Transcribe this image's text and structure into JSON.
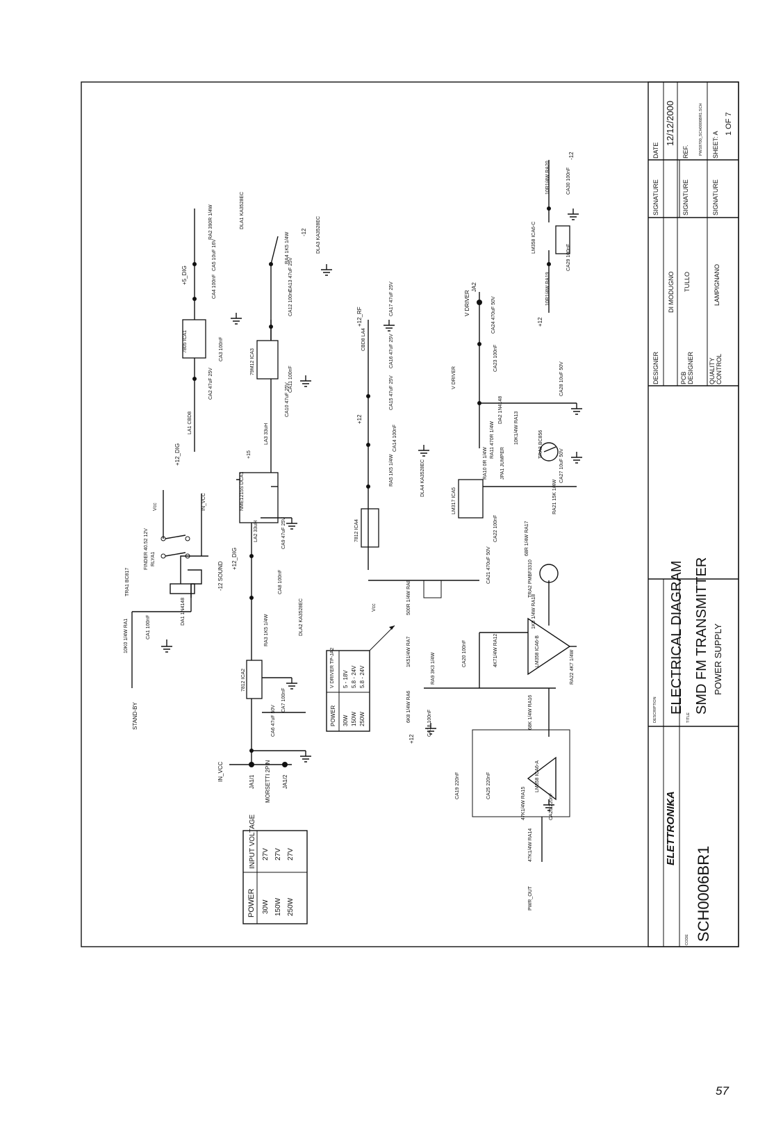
{
  "page_number": "57",
  "title_block": {
    "description_label": "DESCRIPTION",
    "line1": "ELECTRICAL DIAGRAM",
    "line2": "SMD FM TRANSMITTER",
    "line3": "POWER SUPPLY",
    "title_label": "TITLE",
    "code_label": "CODE",
    "code": "SCH0006BR1",
    "logo_text": "ELETTRONIKA",
    "logo_suffix": "S.R.L.",
    "designer_label": "DESIGNER",
    "designer": "DI MODUGNO",
    "pcb_designer_label_1": "PCB",
    "pcb_designer_label_2": "DESIGNER",
    "pcb_designer": "TULLO",
    "quality_label_1": "QUALITY",
    "quality_label_2": "CONTROL",
    "quality": "LAMPIGNANO",
    "signature_label": "SIGNATURE",
    "date_label": "DATE",
    "date": "12/12/2000",
    "ref_label": "REF.",
    "ref": "PWS9700_SCH0006BR1.SCH",
    "sheet_label": "SHEET: A",
    "sheet": "1 OF 7"
  },
  "input_table": {
    "headers": [
      "POWER",
      "INPUT VOLTAGE"
    ],
    "rows": [
      [
        "30W",
        "27V"
      ],
      [
        "150W",
        "27V"
      ],
      [
        "250W",
        "27V"
      ]
    ]
  },
  "vdriver_table": {
    "headers": [
      "POWER",
      "V DRIVER TP-JA2"
    ],
    "rows": [
      [
        "30W",
        "5 - 18V"
      ],
      [
        "150W",
        "5.8 - 24V"
      ],
      [
        "250W",
        "5.8 - 24V"
      ]
    ]
  },
  "labels": {
    "stand_by": "STAND-BY",
    "in_vcc": "IN_VCC",
    "ja1_1": "JA1/1",
    "ja1_2": "JA1/2",
    "morsetti": "MORSETTI 2PIN",
    "pwr_out": "PWR_OUT",
    "v_driver": "V DRIVER",
    "v_driver_ja2": "JA2",
    "vcc": "Vcc",
    "plus12_dig": "+12_DIG",
    "plus5_dig": "+5_DIG",
    "plus12_rf": "+12_RF",
    "minus12_sound": "-12 SOUND",
    "plus12": "+12",
    "minus12": "-12",
    "plus15": "+15",
    "finder": "FINDER 40.52 12V",
    "rly": "RLYA1",
    "tra1": "TRA1 BC817",
    "da1": "DA1 1N4148",
    "ra1": "10K0 1/4W RA1",
    "ca1": "CA1 100nF",
    "ca6": "CA6 47uF 50V",
    "ca7": "CA7 100nF",
    "ica2": "7812 ICA2",
    "ra3": "RA3 1K5 1/4W",
    "dla2": "DLA2 KA3528EC",
    "ca8": "CA8 100nF",
    "ca9": "CA9 47uF 25V",
    "dca1": "NME1215S DCA1",
    "la2": "LA2 33uH",
    "la3": "LA3 33uH",
    "ca10": "CA10 47uF 25V",
    "ca11": "CA11 100nF",
    "ica3": "79M12 ICA3",
    "ca12": "CA12 100nF",
    "ca13": "CA13 47uF 25V",
    "ra4": "RA4 1K5 1/4W",
    "dla3": "DLA3 KA3528EC",
    "la1": "LA1 CBD8",
    "ca2": "CA2 47uF 25V",
    "ca3": "CA3 100nF",
    "ica1": "7805 ICA1",
    "ca4": "CA4 100nF",
    "ca5": "CA5 10uF 16V",
    "ra2": "RA2 390R 1/4W",
    "dla1": "DLA1 KA3528EC",
    "ica4": "7812 ICA4",
    "ra5": "RA5 1K5 1/4W",
    "dla4": "DLA4 KA3528EC",
    "ca14": "CA14 100nF",
    "ca15": "CA15 47uF 25V",
    "ca16": "CA16 47uF 25V",
    "la4": "CBD8 LA4",
    "ca17": "CA17 47uF 25V",
    "ca23": "CA23 100nF",
    "ca24": "CA24 470uF 50V",
    "ica5": "LM317 ICA5",
    "ca21": "CA21 470uF 50V",
    "ca22": "CA22 100nF",
    "ra10": "RA10 0R 1/4W",
    "jp1": "JPA1 JUMPER",
    "ra11": "RA11 470R 1/4W",
    "da2": "DA2 1N4148",
    "ra13": "10K1/4W RA13",
    "tra3": "TRA3 BC856",
    "ca27": "CA27 10uF 50V",
    "ca28": "CA28 10uF 50V",
    "ra21": "RA21 15K 1/4W",
    "ra17": "68R 1/4W RA17",
    "tra2": "TRA2 PMBF3310",
    "ra18": "1K0 1/4W RA18",
    "ra8": "500R 1/4W RA8",
    "ra7": "1K51/4W RA7",
    "ra9": "RA9 3K3 1/4W",
    "ca20": "CA20 100nF",
    "ra12": "4K71/4W RA12",
    "ica6b": "LM358 ICA6-B",
    "ra22": "RA22 4K7 1/4W",
    "ra16": "68K 1/4W RA16",
    "ra6": "6K8 1/4W RA6",
    "ca18": "CA18 100nF",
    "ica6a": "LM358 ICA6-A",
    "ca19": "CA19 220nF",
    "ca25": "CA25 220nF",
    "ra15": "47K1/4W RA15",
    "ca26": "CA26 220nF",
    "ra14": "47K1/4W RA14",
    "ica6c": "LM358 ICA6-C",
    "ra19": "10R1/4W RA19",
    "ca29": "CA29 100nF",
    "ra20": "10R1/4W RA20",
    "ca30": "CA30 100nF"
  }
}
